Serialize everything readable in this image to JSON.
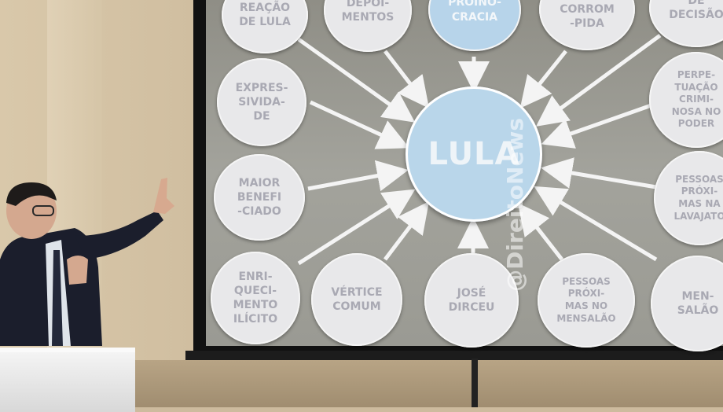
{
  "slide": {
    "center": "LULA",
    "nodes": [
      {
        "id": "reacao",
        "text": "REAÇÃO\nDE LULA"
      },
      {
        "id": "depoimentos",
        "text": "DEPOI-\nMENTOS"
      },
      {
        "id": "propinocracia",
        "text": "PROINO-\nCRACIA"
      },
      {
        "id": "corrompida",
        "text": "DADE\nCORROM\n-PIDA"
      },
      {
        "id": "decisao",
        "text": "DE\nDECISÃO"
      },
      {
        "id": "expressividade",
        "text": "EXPRES-\nSIVIDA-\nDE"
      },
      {
        "id": "perpetuacao",
        "text": "PERPE-\nTUAÇÃO\nCRIMI-\nNOSA NO\nPODER"
      },
      {
        "id": "maior",
        "text": "MAIOR\nBENEFI\n-CIADO"
      },
      {
        "id": "pessoas-lavajato",
        "text": "PESSOAS\nPRÓXI-\nMAS NA\nLAVAJATO"
      },
      {
        "id": "enriquecimento",
        "text": "ENRI-\nQUECI-\nMENTO\nILÍCITO"
      },
      {
        "id": "vertice",
        "text": "VÉRTICE\nCOMUM"
      },
      {
        "id": "jose",
        "text": "JOSÉ\nDIRCEU"
      },
      {
        "id": "pessoas-mensalao",
        "text": "PESSOAS\nPRÓXI-\nMAS NO\nMENSALÃO"
      },
      {
        "id": "mensalao",
        "text": "MEN-\nSALÃO"
      }
    ]
  },
  "watermark": "@DireitoNews",
  "colors": {
    "node_fill": "#e8e8ea",
    "node_text": "#a9a9b3",
    "center_fill": "#b9d6ea",
    "arrow": "#f4f4f4"
  }
}
